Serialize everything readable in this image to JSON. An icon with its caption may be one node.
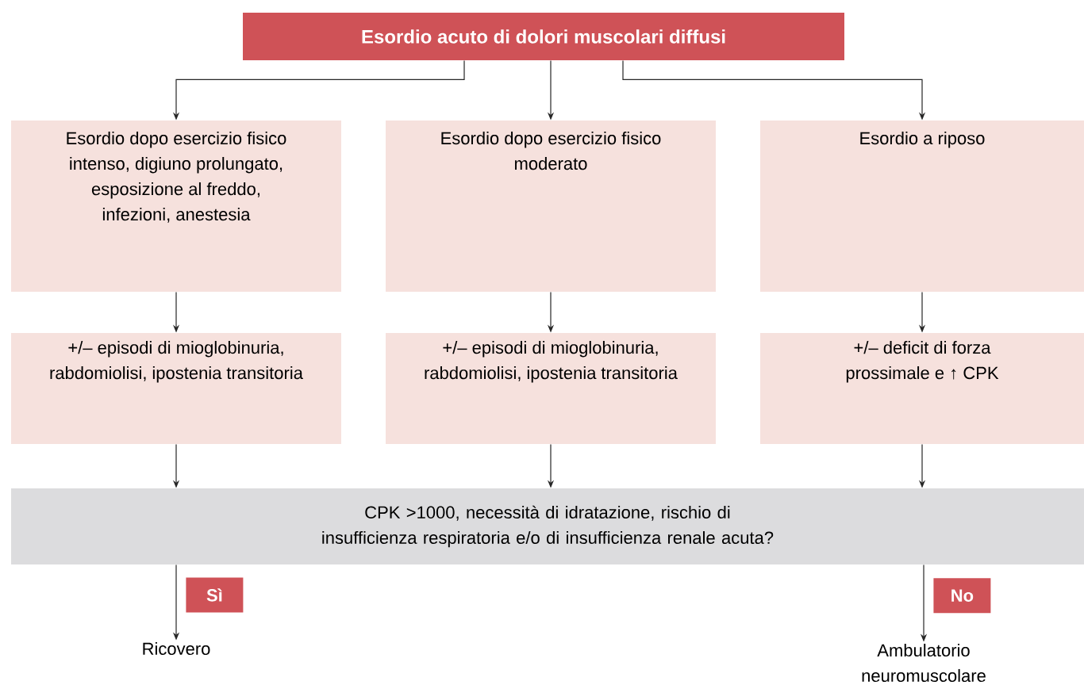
{
  "diagram": {
    "nodes": [
      {
        "text": [
          "Esordio acuto di dolori muscolari diffusi"
        ]
      },
      {
        "text": [
          "Esordio dopo esercizio fisico intenso, digiuno prolungato, esposizione al freddo, infezioni, anestesia"
        ]
      },
      {
        "text": [
          "Esordio dopo esercizio fisico moderato"
        ]
      },
      {
        "text": [
          "Esordio a riposo"
        ]
      },
      {
        "text": [
          "+/– episodi di mioglobinuria, rabdomiolisi, ipostenia transitoria"
        ]
      },
      {
        "text": [
          "+/– episodi di mioglobinuria, rabdomiolisi, ipostenia transitoria"
        ]
      },
      {
        "text": [
          "+/– deficit di forza prossimale e ↑ CPK"
        ]
      },
      {
        "text": [
          "CPK >1000, necessità di idratazione, rischio di insufficienza respiratoria e/o di insufficienza renale acuta?"
        ]
      },
      {
        "text": [
          "Ricovero"
        ]
      },
      {
        "text": [
          "Ambulatorio neuromuscolare"
        ]
      }
    ],
    "edges": [
      {
        "from": 0,
        "to": 1,
        "arrow": "to"
      },
      {
        "from": 0,
        "to": 2,
        "arrow": "to"
      },
      {
        "from": 0,
        "to": 3,
        "arrow": "to"
      },
      {
        "from": 1,
        "to": 4,
        "arrow": "to"
      },
      {
        "from": 2,
        "to": 5,
        "arrow": "to"
      },
      {
        "from": 3,
        "to": 6,
        "arrow": "to"
      },
      {
        "from": 4,
        "to": 7,
        "arrow": "to"
      },
      {
        "from": 5,
        "to": 7,
        "arrow": "to"
      },
      {
        "from": 6,
        "to": 7,
        "arrow": "to"
      },
      {
        "from": 7,
        "to": 8,
        "arrow": "to",
        "label": "Sì"
      },
      {
        "from": 7,
        "to": 9,
        "arrow": "to",
        "label": "No"
      }
    ]
  }
}
